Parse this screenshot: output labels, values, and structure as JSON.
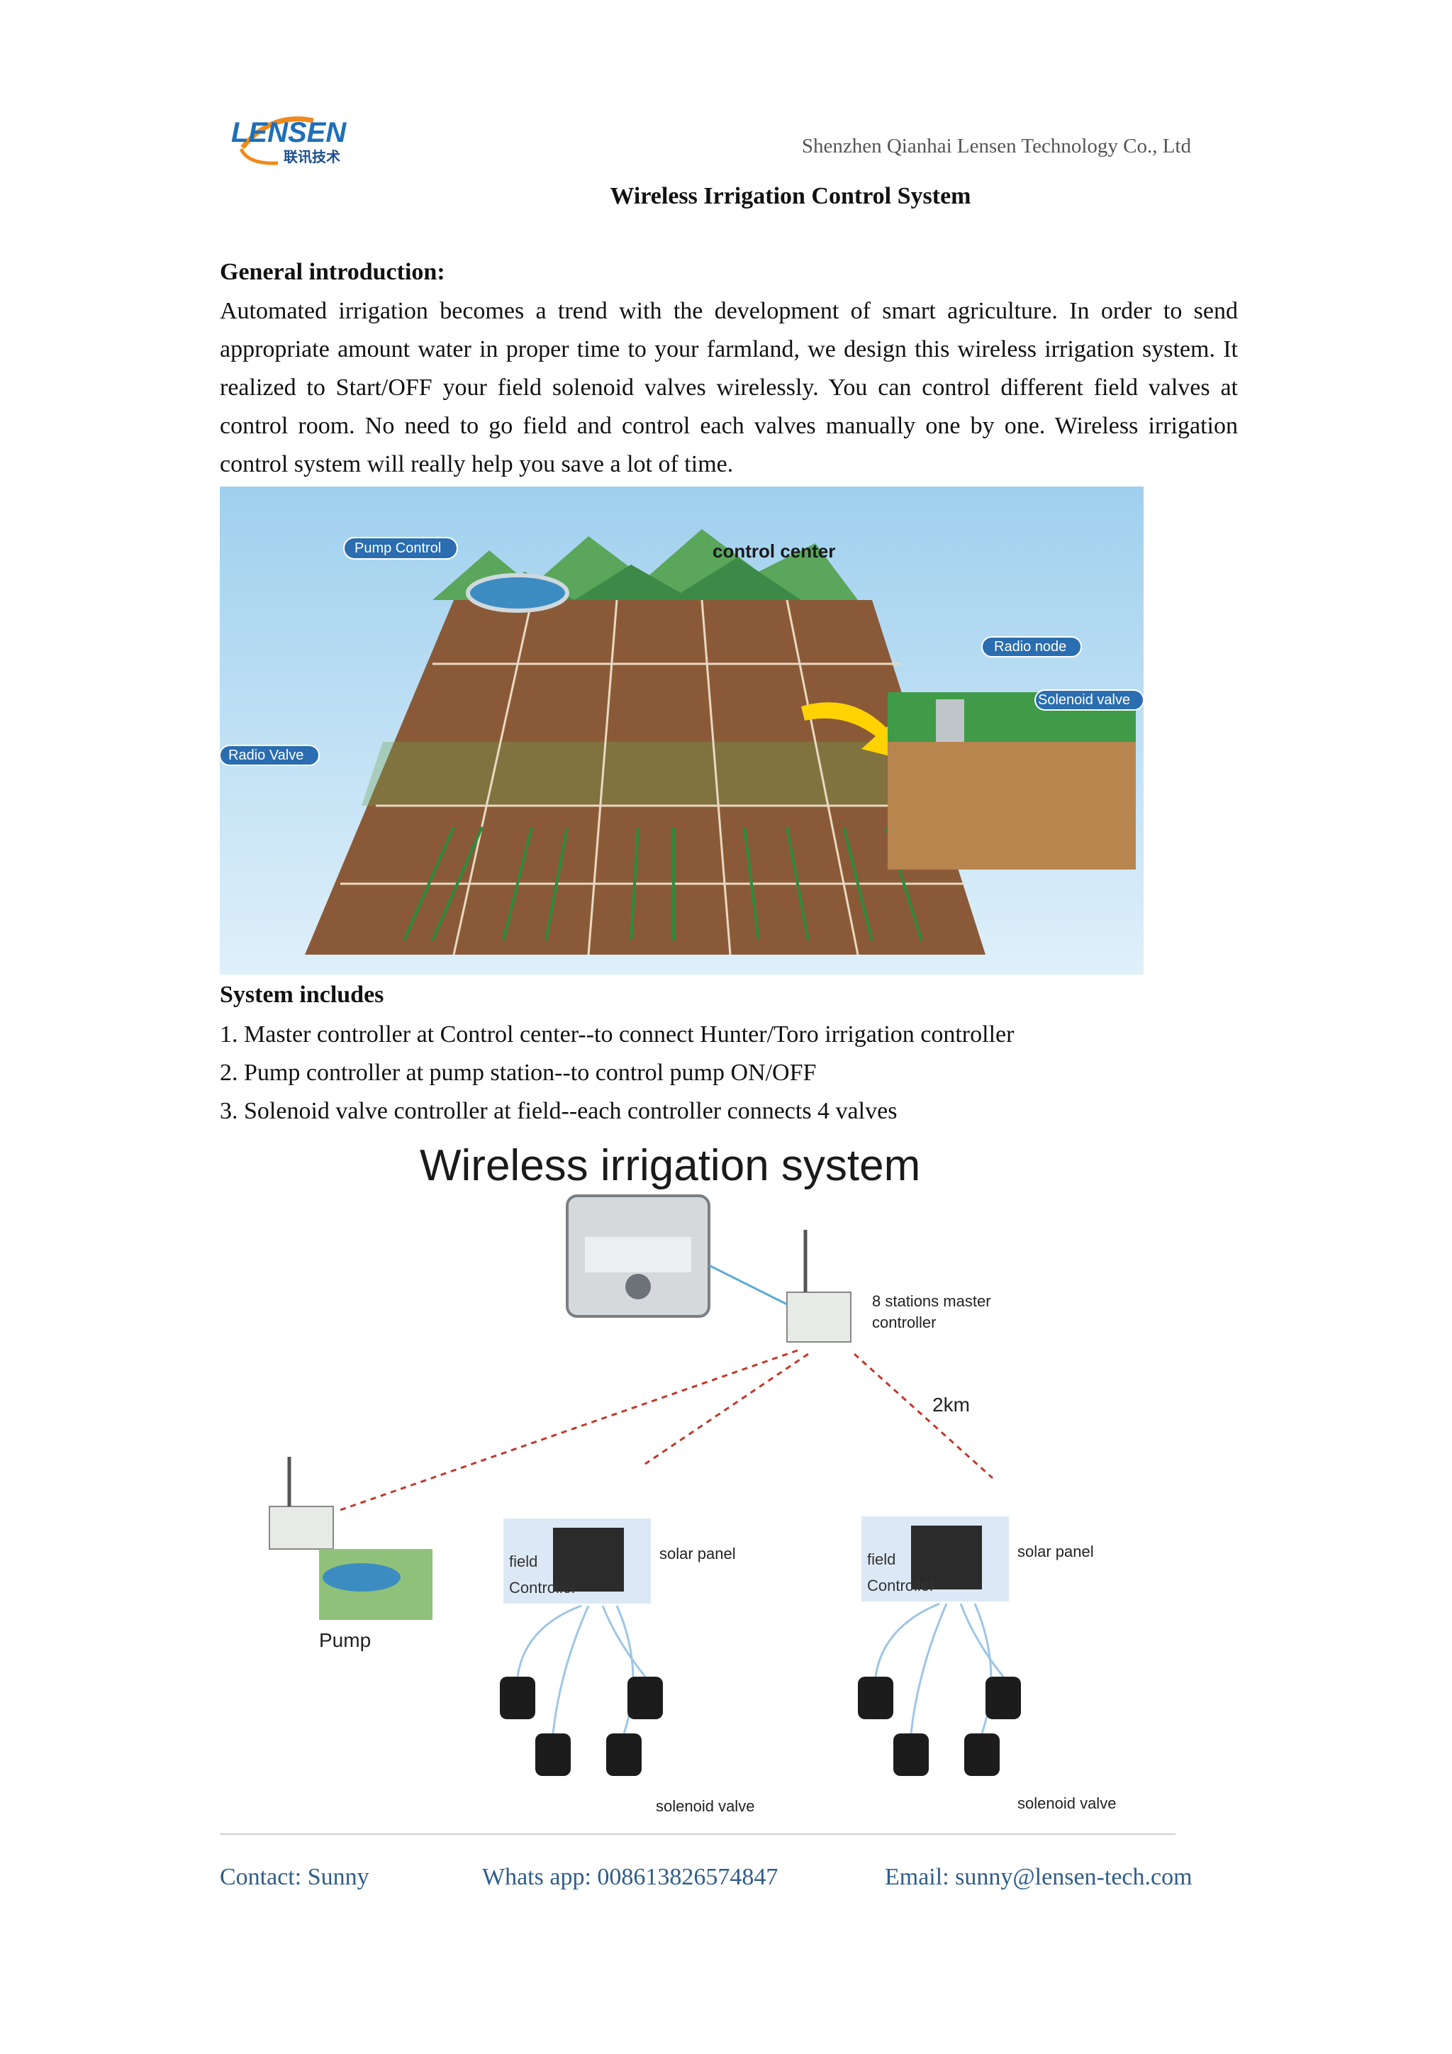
{
  "header": {
    "logo_text": "LENSEN",
    "logo_subtext": "联讯技术",
    "company": "Shenzhen Qianhai Lensen Technology Co., Ltd"
  },
  "title": "Wireless Irrigation Control System",
  "intro": {
    "heading": "General introduction:",
    "body": "Automated irrigation becomes a trend with the development of smart agriculture. In order to send appropriate amount water in proper time to your farmland, we design this wireless irrigation system. It realized to Start/OFF your field solenoid valves wirelessly. You can control different field valves at control room. No need to go field and control each valves manually one by one. Wireless irrigation control system will really help you save a lot of time."
  },
  "figure1": {
    "labels": {
      "pump_control": "Pump  Control",
      "control_center": "control center",
      "radio_node": "Radio node",
      "solenoid_valve": "Solenoid valve",
      "radio_valve": "Radio Valve"
    }
  },
  "system": {
    "heading": "System includes",
    "items": [
      "1. Master controller at Control center--to connect Hunter/Toro irrigation controller",
      "2. Pump controller at pump station--to control pump ON/OFF",
      "3. Solenoid valve controller at field--each controller connects 4 valves"
    ]
  },
  "figure2": {
    "title": "Wireless irrigation system",
    "master_line1": "8 stations master",
    "master_line2": "controller",
    "distance": "2km",
    "pump": "Pump",
    "field": "field",
    "controller": "Controller",
    "solar_panel": "solar panel",
    "solenoid_valve": "solenoid valve"
  },
  "footer": {
    "contact": "Contact: Sunny",
    "whatsapp": "Whats app: 008613826574847",
    "email": "Email: sunny@lensen-tech.com"
  },
  "colors": {
    "accent_blue": "#1e6fb8",
    "logo_orange": "#f08a1c",
    "footer_blue": "#2f5d8a",
    "link_red": "#c0392b"
  }
}
